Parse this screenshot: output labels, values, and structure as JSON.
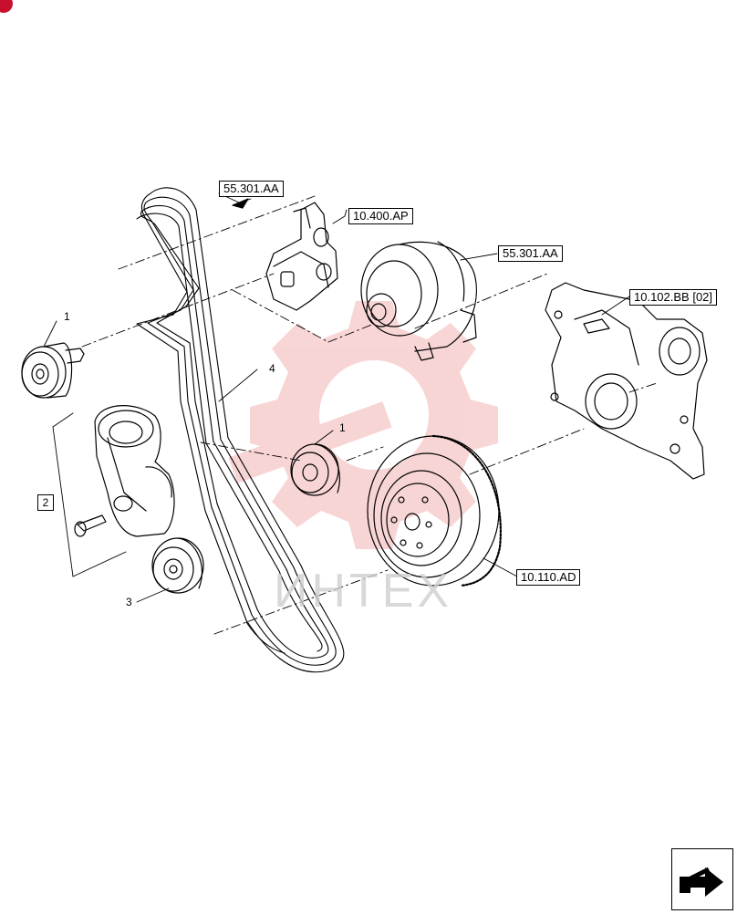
{
  "watermark": {
    "text": "ИНТЕХ"
  },
  "refs": {
    "r1": "55.301.AA",
    "r2": "10.400.AP",
    "r3": "55.301.AA",
    "r4": "10.102.BB [02]",
    "r5": "10.110.AD"
  },
  "callouts": {
    "c1a": "1",
    "c1b": "1",
    "c2": "2",
    "c3": "3",
    "c4": "4"
  },
  "colors": {
    "line": "#000000",
    "watermark": "#f2a9a9"
  },
  "icons": {
    "next_page": "arrow-next-icon"
  }
}
